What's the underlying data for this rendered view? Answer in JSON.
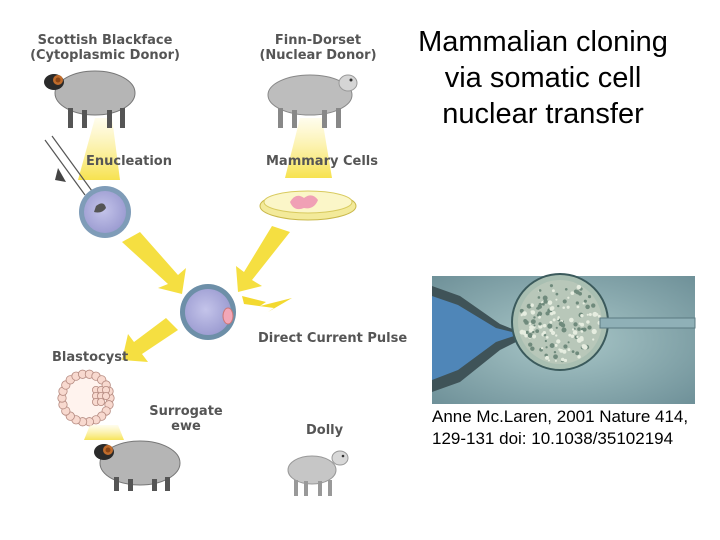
{
  "title": {
    "line1": "Mammalian cloning",
    "line2": "via somatic cell",
    "line3": "nuclear transfer"
  },
  "diagram": {
    "donor_left": {
      "line1": "Scottish Blackface",
      "line2": "(Cytoplasmic Donor)"
    },
    "donor_right": {
      "line1": "Finn-Dorset",
      "line2": "(Nuclear Donor)"
    },
    "enucleation": "Enucleation",
    "mammary_cells": "Mammary Cells",
    "direct_current_pulse": "Direct Current Pulse",
    "blastocyst": "Blastocyst",
    "surrogate": {
      "line1": "Surrogate",
      "line2": "ewe"
    },
    "dolly": "Dolly"
  },
  "caption": {
    "line1": "Anne Mc.Laren, 2001 Nature 414,",
    "line2": "129-131 doi: 10.1038/35102194"
  },
  "colors": {
    "label_gray": "#555555",
    "beam_yellow": "#f5e03a",
    "cell_fill": "#a9a9d8",
    "cell_ring": "#6d8fa8",
    "sheep_gray": "#b3b3b3"
  }
}
